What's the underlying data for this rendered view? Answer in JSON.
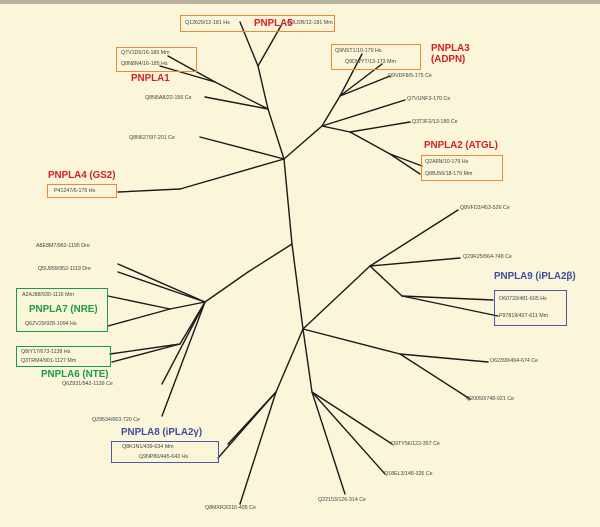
{
  "families": {
    "pnpla1": "PNPLA1",
    "pnpla2": "PNPLA2 (ATGL)",
    "pnpla3_line1": "PNPLA3",
    "pnpla3_line2": "(ADPN)",
    "pnpla4": "PNPLA4 (GS2)",
    "pnpla5": "PNPLA5",
    "pnpla6": "PNPLA6 (NTE)",
    "pnpla7": "PNPLA7 (NRE)",
    "pnpla8": "PNPLA8 (iPLA2γ)",
    "pnpla9": "PNPLA9 (iPLA2β)"
  },
  "leaves": {
    "pnpla5_hs": "Q12629/12-181 Hs",
    "pnpla5_mm": "Q3U2B/12-181 Mm",
    "pnpla1_mm": "Q7V1D5/16-185 Mm",
    "pnpla1_hs": "Q8N8N4/16-185 Hs",
    "pnpla3_mm": "Q9NST1/10-179 Hs",
    "pnpla3_hs": "Q9DWYT/13-173 Mm",
    "ce_1": "Q9VDF8/5-175 Ce",
    "ce_2": "Q7VUNF3-170 Ce",
    "ce_3": "Q3T3F2/13-180 Ce",
    "ce_4": "Q8N5A8/22-156 Ce",
    "ce_5": "Q8N627/97-201 Ce",
    "pnpla2_hs": "Q2A6N/10-179 Hs",
    "pnpla2_mm": "Q8BJ56/18-179 Mm",
    "pnpla4_hs": "P41247/6-176 Hs",
    "ce_6": "Q8VFD3/453-526 Ce",
    "ce_7": "Q29R25/564-748 Ce",
    "pnpla9_mm": "O60733/481-605 Hs",
    "pnpla9_hs": "P97819/427-611 Mm",
    "ce_8": "O62399/494-674 Ce",
    "ce_9": "Q20050/748-921 Ce",
    "ce_10": "Q9TY56/122-357 Ce",
    "ce_11": "Q18EL3/148-326 Ce",
    "ce_12": "Q22153/126-314 Ce",
    "ce_13": "Q8MXR3/216-405 Ce",
    "pnpla8_hs": "Q8K1N1/439-634 Mm",
    "pnpla8_mm": "Q9NP80/445-643 Hs",
    "ce_14": "Q29534/663-720 Ce",
    "ce_15": "Q6Z931/942-1139 Ce",
    "pnpla6_hs": "Q8IY17/673-1138 Hs",
    "pnpla6_mm": "Q3TRM4/901-1127 Mm",
    "pnpla7_mm": "A2AJ88/930-1116 Mm",
    "pnpla7_hs": "Q6ZV29/928-1094 Hs",
    "drer_1": "A8E8M7/962-1195 Dre",
    "drer_2": "Q5U959/952-1119 Dre"
  },
  "colors": {
    "red": "#d41f26",
    "green": "#1b9a4a",
    "blue": "#3c4ea0",
    "orange_box": "#ec8a3a",
    "background": "#fbf5d9",
    "branch": "#1a1a1a"
  }
}
